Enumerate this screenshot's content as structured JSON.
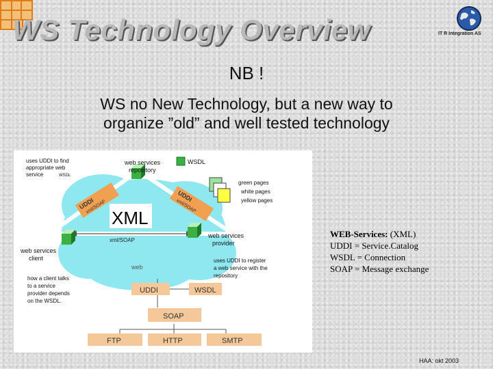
{
  "slide": {
    "title": "WS Technology Overview",
    "brand": "IT R Integration AS",
    "nb": "NB !",
    "subtitle_line1": "WS no New Technology, but a new way to",
    "subtitle_line2": "organize ”old”  and well tested technology",
    "footer": "HAA: okt 2003"
  },
  "diagram": {
    "labels": {
      "repo": "web services\nrepository",
      "wsdl_top": "WSDL",
      "uses_uddi": "uses UDDI to find\nappropriate web\nservice",
      "wsdl_small": "WSDL",
      "uddi_left": "UDDI",
      "xml_soap_left": "xml/SOAP",
      "xml": "XML",
      "uddi_right": "UDDI",
      "xml_soap_right": "xml/SOAP",
      "green_pages": "green pages",
      "white_pages": "white pages",
      "yellow_pages": "yellow pages",
      "xml_soap_bottom": "xml/SOAP",
      "provider": "web services\nprovider",
      "client": "web services\nclient",
      "web": "web",
      "uses_uddi_register": "uses UDDI to register\na web service with the\nrepository",
      "how_client": "how a client talks\nto a service\nprovider depends\non the WSDL.",
      "box_uddi": "UDDI",
      "box_wsdl": "WSDL",
      "box_soap": "SOAP",
      "box_ftp": "FTP",
      "box_http": "HTTP",
      "box_smtp": "SMTP"
    }
  },
  "ws_list": {
    "line1_bold": "WEB-Services:",
    "line1_rest": " (XML)",
    "line2": "UDDI  = Service.Catalog",
    "line3": "WSDL = Connection",
    "line4": "SOAP  = Message exchange"
  },
  "colors": {
    "cloud": "#8fe8ef",
    "orange": "#f0a050",
    "box_fill": "#f5c89a",
    "green_cube": "#3cb043",
    "page_yellow": "#ffff44",
    "page_green": "#9be29b"
  }
}
